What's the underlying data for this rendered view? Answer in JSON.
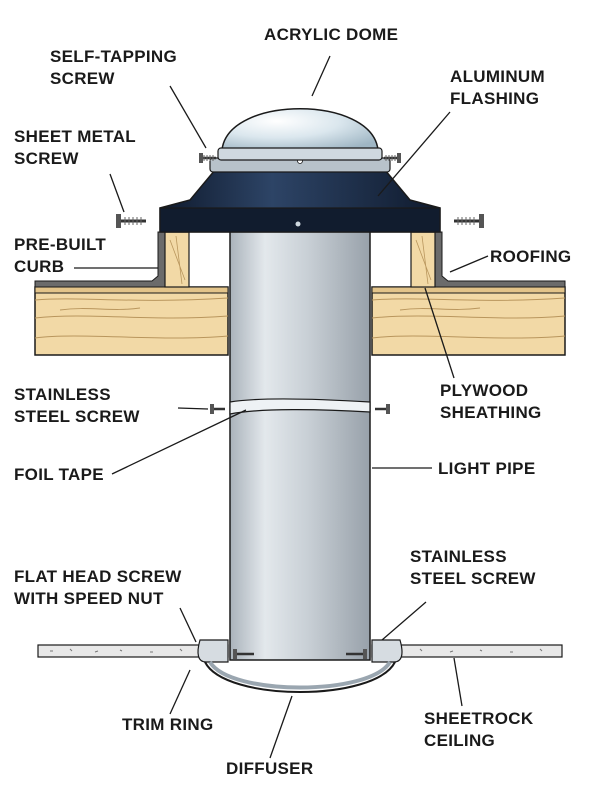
{
  "labels": {
    "acrylic_dome": "ACRYLIC DOME",
    "self_tapping_screw": [
      "SELF-TAPPING",
      "SCREW"
    ],
    "aluminum_flashing": [
      "ALUMINUM",
      "FLASHING"
    ],
    "sheet_metal_screw": [
      "SHEET METAL",
      "SCREW"
    ],
    "pre_built_curb": [
      "PRE-BUILT",
      "CURB"
    ],
    "roofing": "ROOFING",
    "stainless_screw_left": [
      "STAINLESS",
      "STEEL SCREW"
    ],
    "plywood_sheathing": [
      "PLYWOOD",
      "SHEATHING"
    ],
    "foil_tape": "FOIL TAPE",
    "light_pipe": "LIGHT PIPE",
    "flat_head_screw": [
      "FLAT HEAD SCREW",
      "WITH SPEED NUT"
    ],
    "stainless_screw_right": [
      "STAINLESS",
      "STEEL SCREW"
    ],
    "trim_ring": "TRIM RING",
    "sheetrock_ceiling": [
      "SHEETROCK",
      "CEILING"
    ],
    "diffuser": "DIFFUSER"
  },
  "colors": {
    "dome": "#dbe7ee",
    "flashing": "#1c2b45",
    "pipe": "#c4ccd3",
    "wood": "#f2d9a6",
    "roofing": "#6b6b6b",
    "ceiling": "#e8e8e8",
    "line": "#1a1a1a"
  }
}
